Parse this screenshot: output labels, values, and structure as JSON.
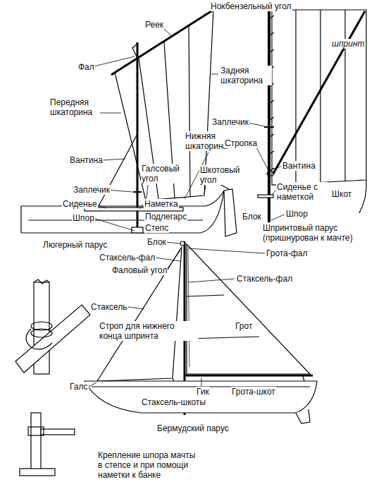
{
  "diagram": {
    "labels": [
      "Нокбензельный угол",
      "Реек",
      "Задняя шкаторина",
      "Фал",
      "Передняя шкаторина",
      "Нижняя шкаторина",
      "Вантина",
      "Галсовый угол",
      "Шкотовый угол",
      "Заплечик",
      "Сиденье",
      "Наметка",
      "Шпор",
      "Подлегарс",
      "Степс",
      "Люгерный парус",
      "шпринт",
      "Заплечик",
      "Стропка",
      "Вантина",
      "Сиденье с наметкой",
      "Шкот",
      "Шпор",
      "Блок",
      "Шпринтовый парус (пришнурован к мачте)",
      "Блок",
      "Грота-фал",
      "Стаксель-фал",
      "Фаловый угол",
      "Стаксель-фал",
      "Стаксель",
      "Грот",
      "Галс",
      "Гик",
      "Грота-шкот",
      "Стаксель-шкоты",
      "Бермудский парус",
      "Строп для нижнего конца шпринта",
      "Крепление шпора мачты в степсе и при помощи наметки к банке"
    ]
  }
}
